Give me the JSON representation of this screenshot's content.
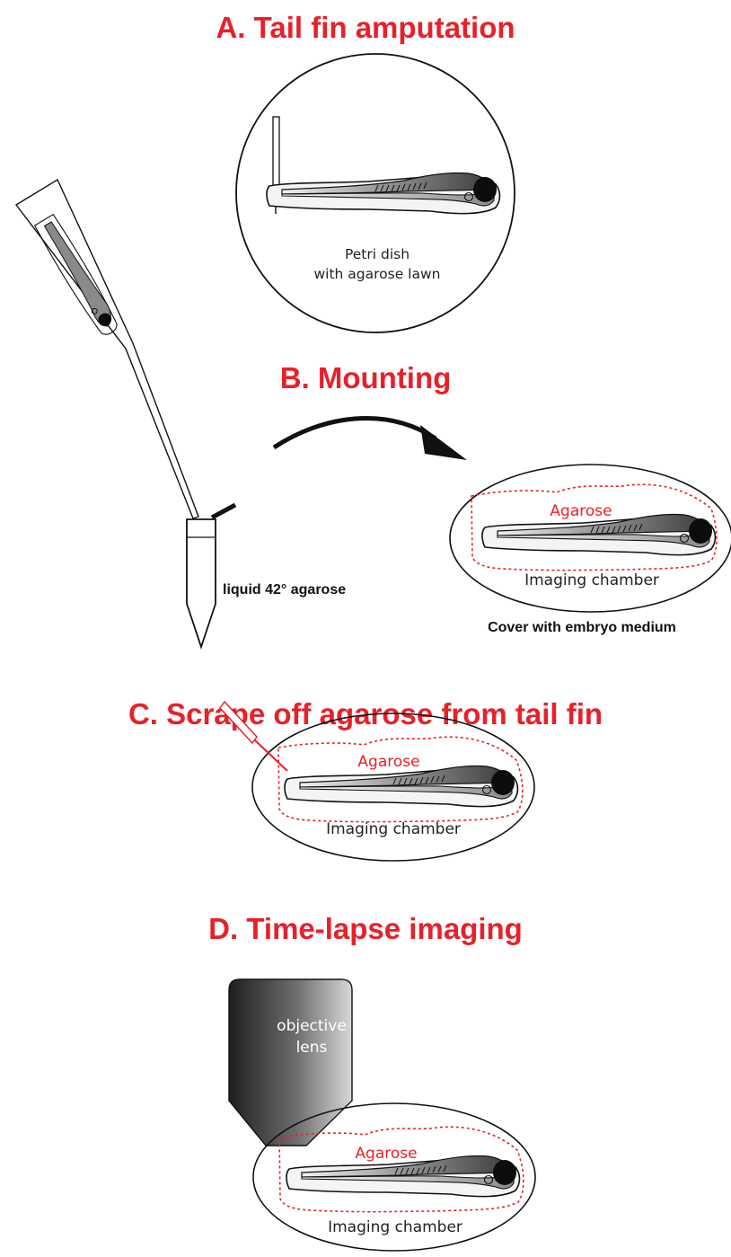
{
  "colors": {
    "accent": "#e8202a",
    "outline": "#111111",
    "fish_dark": "#3a3a3a",
    "fish_light": "#c8c8c8"
  },
  "panel_a": {
    "title": "A. Tail fin amputation",
    "caption_line1": "Petri dish",
    "caption_line2": "with agarose lawn"
  },
  "panel_b": {
    "title": "B. Mounting",
    "tube_label": "liquid 42° agarose",
    "agarose_label": "Agarose",
    "chamber_label": "Imaging chamber",
    "note": "Cover with embryo medium"
  },
  "panel_c": {
    "title": "C. Scrape off agarose from tail fin",
    "agarose_label": "Agarose",
    "chamber_label": "Imaging chamber"
  },
  "panel_d": {
    "title": "D. Time-lapse imaging",
    "lens_line1": "objective",
    "lens_line2": "lens",
    "agarose_label": "Agarose",
    "chamber_label": "Imaging chamber"
  }
}
